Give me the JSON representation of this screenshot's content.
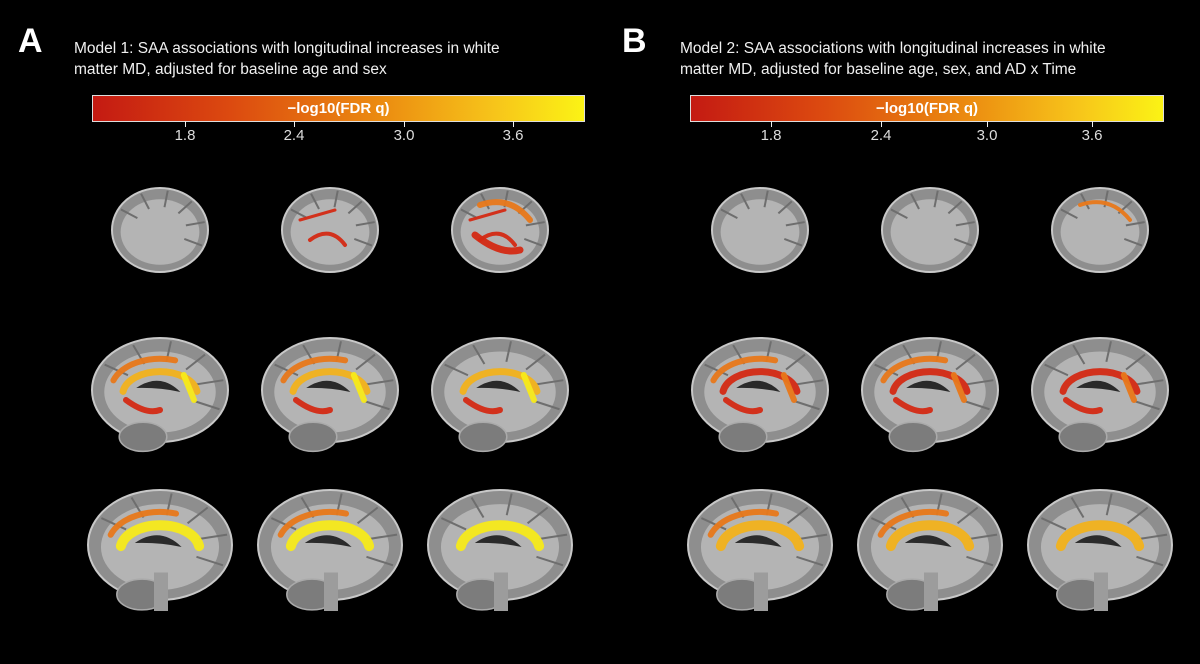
{
  "panels": [
    {
      "letter": "A",
      "title_line1": "Model 1: SAA associations with longitudinal increases in white",
      "title_line2": "matter MD, adjusted for baseline age and sex",
      "colorbar_label": "−log10(FDR q)",
      "ticks": [
        "1.8",
        "2.4",
        "3.0",
        "3.6"
      ]
    },
    {
      "letter": "B",
      "title_line1": "Model 2: SAA associations with longitudinal increases in white",
      "title_line2": "matter MD, adjusted for baseline age, sex, and AD x Time",
      "colorbar_label": "−log10(FDR q)",
      "ticks": [
        "1.8",
        "2.4",
        "3.0",
        "3.6"
      ]
    }
  ],
  "colors": {
    "background": "#000000",
    "scale_low": "#c41a12",
    "scale_mid": "#eb8a10",
    "scale_high": "#fbf315",
    "brain_gray": "#9a9a9a"
  }
}
